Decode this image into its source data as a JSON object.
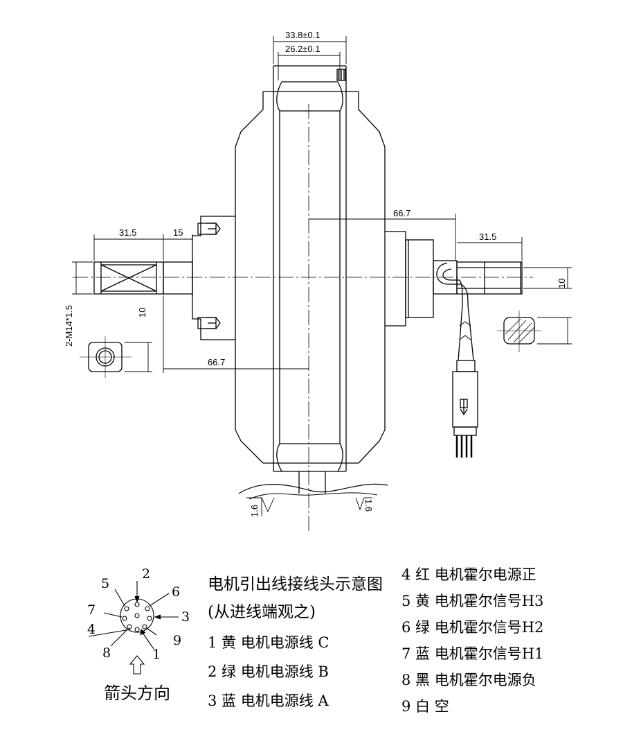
{
  "dimensions": {
    "d_33_8": "33.8±0.1",
    "d_26_2": "26.2±0.1",
    "d_66_7_right": "66.7",
    "d_31_5_left": "31.5",
    "d_15": "15",
    "d_31_5_right": "31.5",
    "d_thread": "2-M14*1.5",
    "d_10_left": "10",
    "d_10_right": "10",
    "d_66_7_left": "66.7",
    "rough_left": "1.6",
    "rough_right": "1.6"
  },
  "connector": {
    "pins": [
      "2",
      "5",
      "6",
      "7",
      "3",
      "4",
      "9",
      "8",
      "1"
    ],
    "arrow_label": "箭头方向"
  },
  "legend": {
    "title": "电机引出线接线头示意图",
    "subtitle": "(从进线端观之)",
    "items_left": [
      "1 黄 电机电源线 C",
      "2 绿 电机电源线 B",
      "3 蓝 电机电源线 A"
    ],
    "items_right": [
      "4 红 电机霍尔电源正",
      "5 黄 电机霍尔信号H3",
      "6 绿 电机霍尔信号H2",
      "7 蓝 电机霍尔信号H1",
      "8 黑 电机霍尔电源负",
      "9 白 空"
    ]
  }
}
